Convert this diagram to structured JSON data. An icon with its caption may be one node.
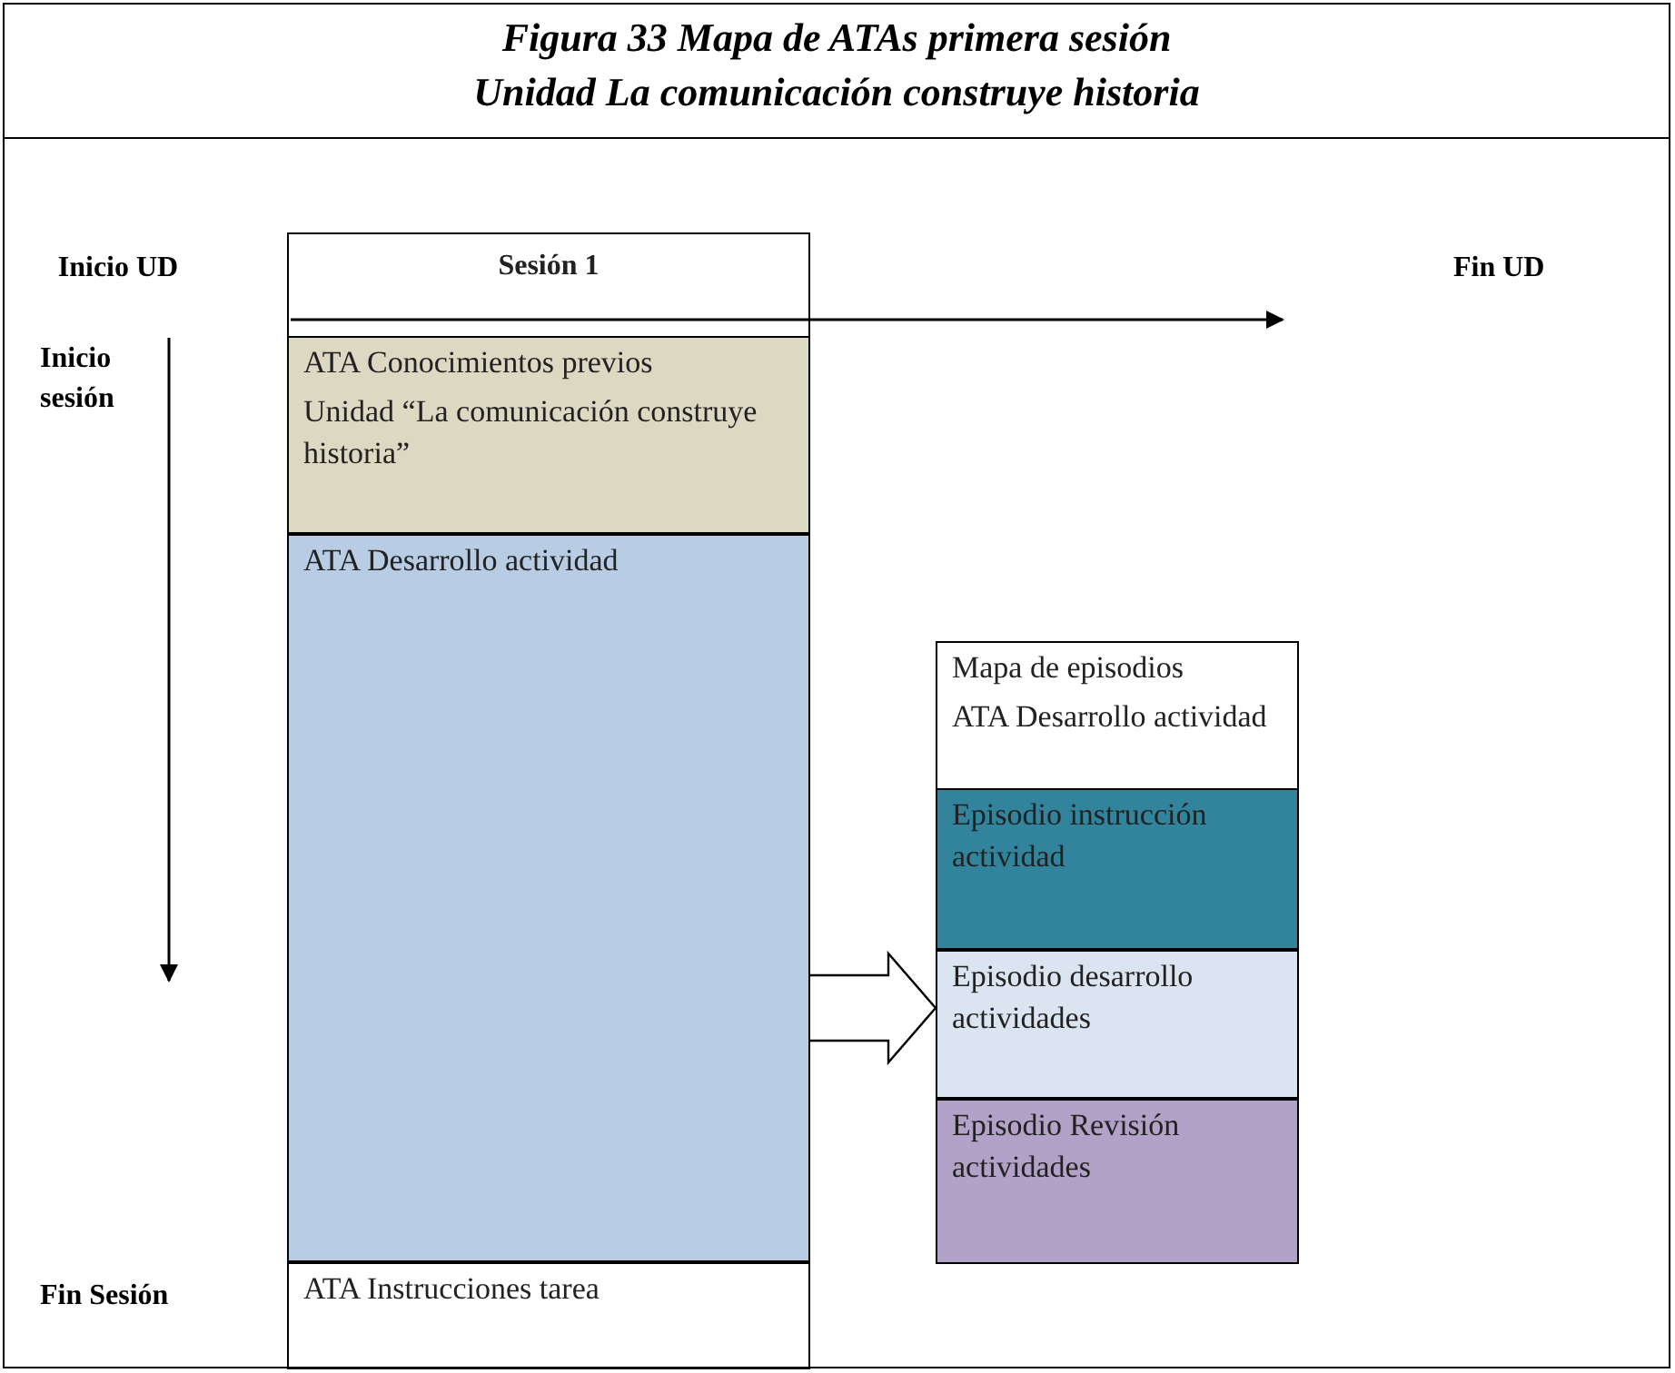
{
  "diagram": {
    "title": "Figura 33 Mapa de ATAs primera sesión Unidad La comunicación construye historia",
    "nodes": [
      {
        "text": [
          "Sesión 1"
        ]
      },
      {
        "text": [
          "ATA Conocimientos previos",
          "Unidad “La comunicación construye historia”"
        ],
        "in": 0
      },
      {
        "text": [
          "ATA Desarrollo actividad"
        ],
        "in": 0
      },
      {
        "text": [
          "ATA Instrucciones tarea"
        ],
        "in": 0
      },
      {
        "text": [
          "Mapa de episodios",
          "ATA Desarrollo actividad"
        ]
      },
      {
        "text": [
          "Episodio instrucción actividad"
        ],
        "in": 4
      },
      {
        "text": [
          "Episodio desarrollo actividades"
        ],
        "in": 4
      },
      {
        "text": [
          "Episodio Revisión actividades"
        ],
        "in": 4
      }
    ],
    "edges": [
      {
        "from": 2,
        "to": 4,
        "arrow": "to"
      }
    ],
    "labels": [
      "Inicio UD",
      "Fin UD",
      "Inicio sesión",
      "Fin Sesión"
    ]
  }
}
